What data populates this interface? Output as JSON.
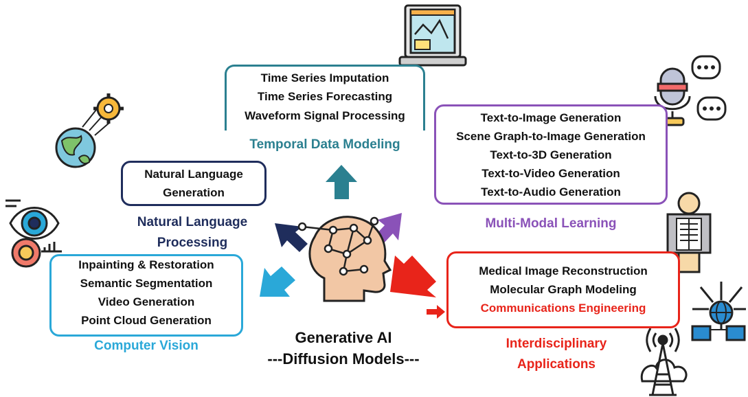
{
  "center": {
    "title": "Generative AI",
    "subtitle": "---Diffusion Models---"
  },
  "temporal": {
    "items": [
      "Time Series Imputation",
      "Time Series Forecasting",
      "Waveform Signal Processing"
    ],
    "label": "Temporal Data Modeling",
    "color": "#2b8090"
  },
  "nlp": {
    "items": [
      "Natural Language",
      "Generation"
    ],
    "label_lines": [
      "Natural Language",
      "Processing"
    ],
    "color": "#1f2d5c"
  },
  "multimodal": {
    "items": [
      "Text-to-Image Generation",
      "Scene Graph-to-Image Generation",
      "Text-to-3D Generation",
      "Text-to-Video Generation",
      "Text-to-Audio Generation"
    ],
    "label": "Multi-Modal Learning",
    "color": "#8a52b8"
  },
  "cv": {
    "items": [
      "Inpainting & Restoration",
      "Semantic Segmentation",
      "Video Generation",
      "Point Cloud Generation"
    ],
    "label": "Computer Vision",
    "color": "#2aa8d8"
  },
  "interdisciplinary": {
    "items": [
      "Medical Image Reconstruction",
      "Molecular Graph Modeling",
      "Communications Engineering"
    ],
    "label_lines": [
      "Interdisciplinary",
      "Applications"
    ],
    "color": "#e8241a"
  },
  "icons": [
    "laptop-chart-icon",
    "globe-gear-icon",
    "microphone-chat-icon",
    "eye-analytics-icon",
    "human-xray-icon",
    "network-globe-icon",
    "radio-tower-icon",
    "ai-head-icon"
  ]
}
